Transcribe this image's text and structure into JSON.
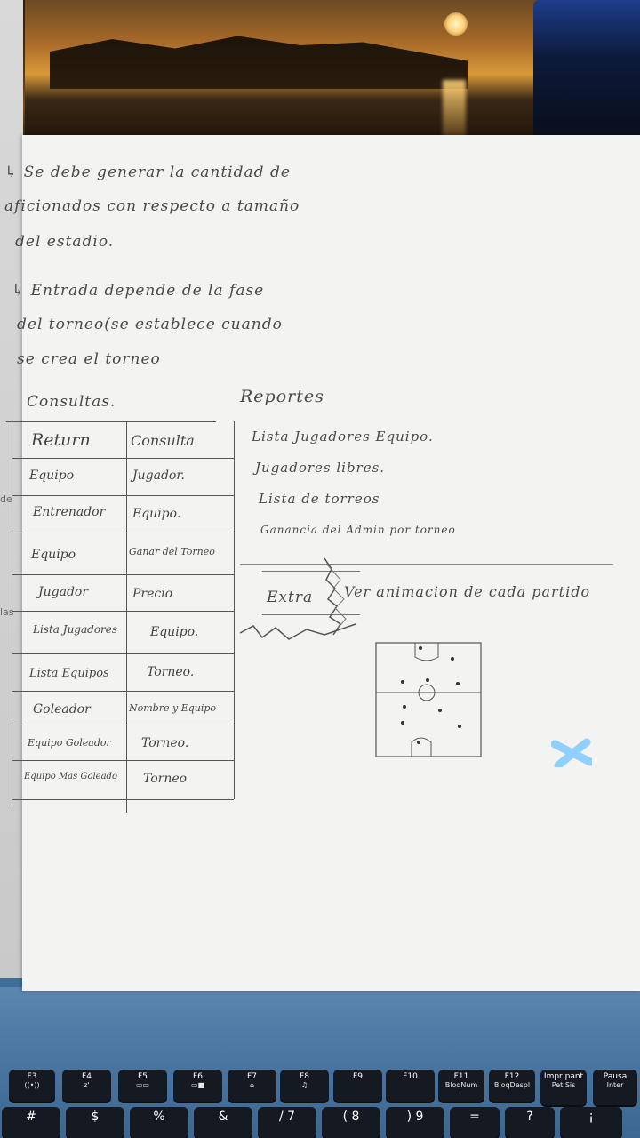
{
  "notes": {
    "line1": "↳ Se debe generar la cantidad de",
    "line2": "aficionados con respecto a tamaño",
    "line3": "del estadio.",
    "line4": "↳ Entrada depende de la fase",
    "line5": "del torneo(se establece cuando",
    "line6": "se crea el torneo"
  },
  "consultas": {
    "title": "Consultas.",
    "headers": [
      "Return",
      "Consulta"
    ],
    "rows": [
      [
        "Equipo",
        "Jugador."
      ],
      [
        "Entrenador",
        "Equipo."
      ],
      [
        "Equipo",
        "Ganar del Torneo"
      ],
      [
        "Jugador",
        "Precio"
      ],
      [
        "Lista Jugadores",
        "Equipo."
      ],
      [
        "Lista Equipos",
        "Torneo."
      ],
      [
        "Goleador",
        "Nombre y Equipo"
      ],
      [
        "Equipo Goleador",
        "Torneo."
      ],
      [
        "Equipo Mas Goleado",
        "Torneo"
      ]
    ]
  },
  "reportes": {
    "title": "Reportes",
    "items": [
      "Lista Jugadores Equipo.",
      "Jugadores libres.",
      "Lista de torreos",
      "Ganancia del Admin por torneo"
    ]
  },
  "extra": {
    "label": "Extra",
    "text": "Ver animacion de cada partido"
  },
  "keyboard": {
    "fkeys": [
      {
        "top": "F3",
        "bottom": "((•))"
      },
      {
        "top": "F4",
        "bottom": "z'"
      },
      {
        "top": "F5",
        "bottom": "▭▭"
      },
      {
        "top": "F6",
        "bottom": "▭■"
      },
      {
        "top": "F7",
        "bottom": "⌂"
      },
      {
        "top": "F8",
        "bottom": "♫"
      },
      {
        "top": "F9",
        "bottom": ""
      },
      {
        "top": "F10",
        "bottom": ""
      },
      {
        "top": "F11",
        "bottom": "BloqNum"
      },
      {
        "top": "F12",
        "bottom": "BloqDespl"
      },
      {
        "top": "Impr pant",
        "bottom": "Pet Sis"
      },
      {
        "top": "Pausa",
        "bottom": "Inter"
      }
    ],
    "numkeys": [
      "#",
      "$",
      "%",
      "&",
      "/ 7",
      "( 8",
      ") 9",
      "=",
      "?",
      "¡"
    ]
  },
  "monitor_fragments": [
    "de",
    "las"
  ]
}
